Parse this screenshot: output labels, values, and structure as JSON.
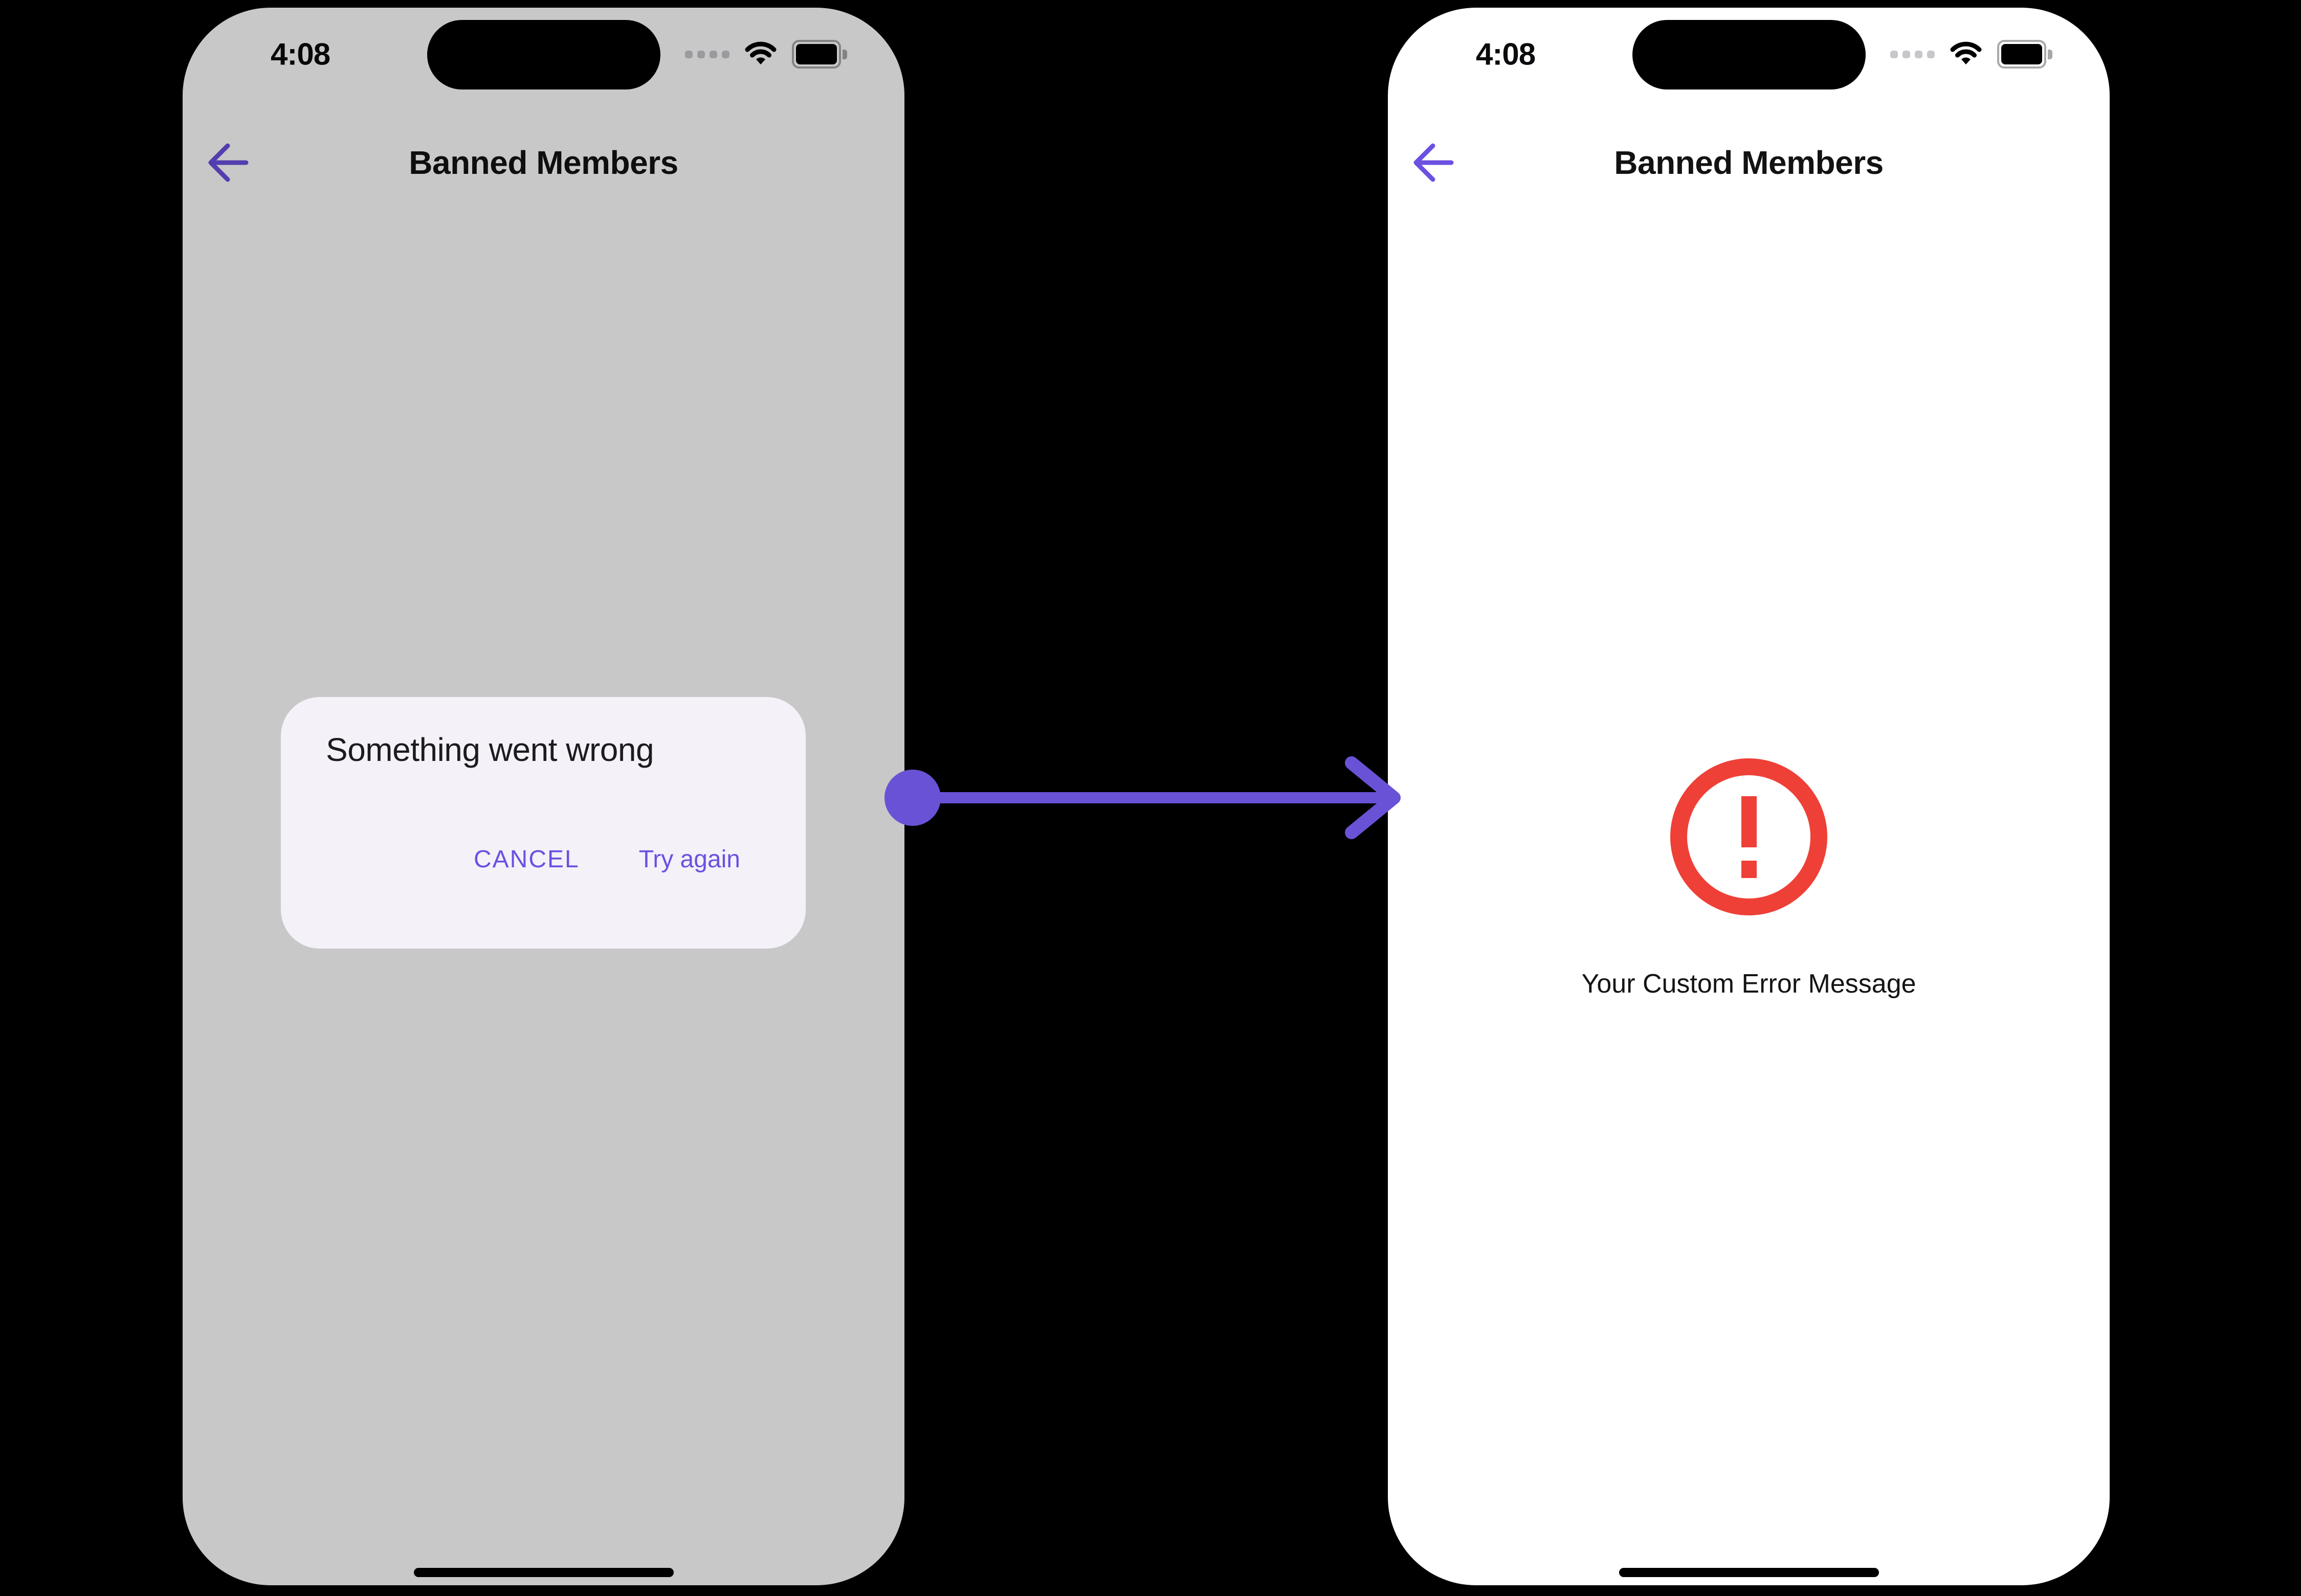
{
  "colors": {
    "canvas_bg": "#000000",
    "phone_bg": "#FFFFFF",
    "accent_purple": "#6C50E0",
    "connector_purple": "#6A52D6",
    "error_red": "#EE4037",
    "dialog_bg": "#F4F1F9",
    "dim_overlay": "rgba(0,0,0,0.215)",
    "text_primary": "#121212"
  },
  "left_phone": {
    "status_bar": {
      "time": "4:08"
    },
    "header": {
      "title": "Banned Members",
      "back_icon": "back-arrow"
    },
    "dimmed": true,
    "dialog": {
      "title": "Something went wrong",
      "actions": [
        {
          "label": "CANCEL"
        },
        {
          "label": "Try again"
        }
      ]
    }
  },
  "right_phone": {
    "status_bar": {
      "time": "4:08"
    },
    "header": {
      "title": "Banned Members",
      "back_icon": "back-arrow"
    },
    "error_state": {
      "icon": "alert-circle",
      "message": "Your Custom Error Message"
    }
  },
  "connector": {
    "type": "flow-arrow",
    "direction": "left-to-right"
  }
}
